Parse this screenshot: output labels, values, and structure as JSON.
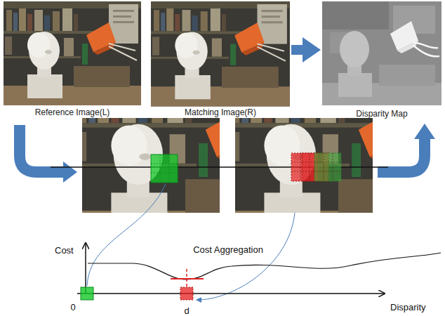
{
  "diagram": {
    "nodes": [
      {
        "text": [
          "Reference Image(L)"
        ]
      },
      {
        "text": [
          "Matching Image(R)"
        ]
      },
      {
        "text": [
          "Disparity Map"
        ]
      }
    ],
    "edges": [
      {
        "from": 1,
        "to": 2,
        "arrow": "to"
      }
    ],
    "labels": [
      "Cost Aggregation",
      "Cost",
      "0",
      "d",
      "Disparity"
    ]
  }
}
